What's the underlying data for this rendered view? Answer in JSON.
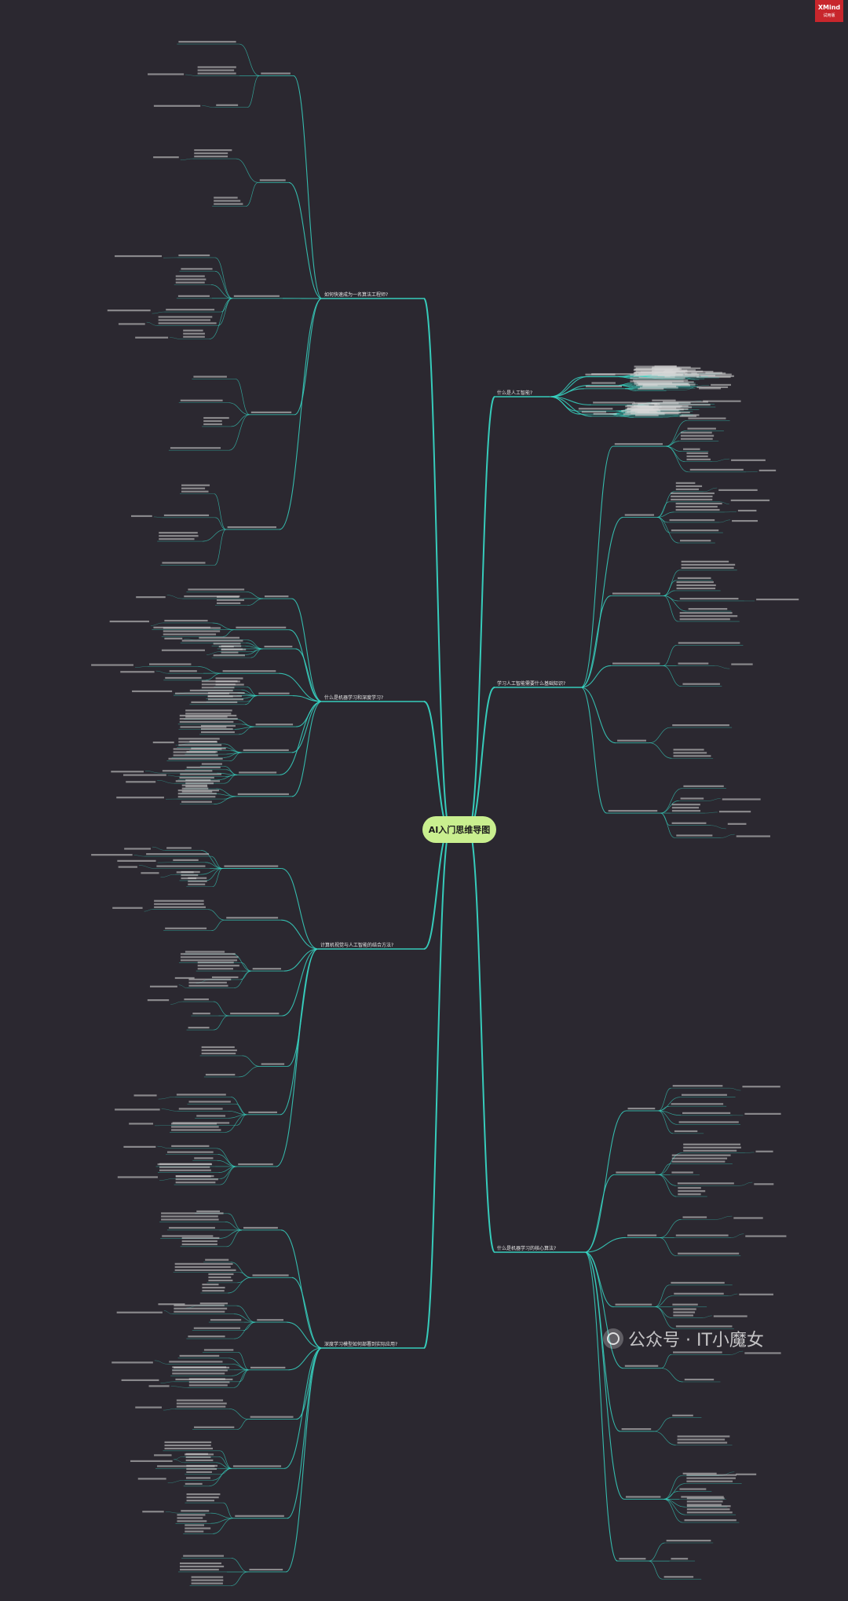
{
  "center": {
    "label": "AI入门思维导图"
  },
  "branches": [
    {
      "label": "如何快速成为一名算法工程师?",
      "side": "left"
    },
    {
      "label": "什么是人工智能?",
      "side": "right"
    },
    {
      "label": "学习人工智能需要什么基础知识?",
      "side": "right"
    },
    {
      "label": "什么是机器学习和深度学习?",
      "side": "left"
    },
    {
      "label": "什么是机器学习的核心算法?",
      "side": "right"
    },
    {
      "label": "计算机视觉与人工智能的结合方法?",
      "side": "left"
    },
    {
      "label": "深度学习模型如何部署到实际应用?",
      "side": "left"
    }
  ],
  "brand": {
    "logo_top": "XMind",
    "logo_bottom": "试用版"
  },
  "watermark": {
    "text": "公众号 · IT小魔女"
  },
  "colors": {
    "line": "#37d5c3",
    "background": "#2b2830",
    "center": "#c9ef8f",
    "logo": "#c8262c"
  }
}
